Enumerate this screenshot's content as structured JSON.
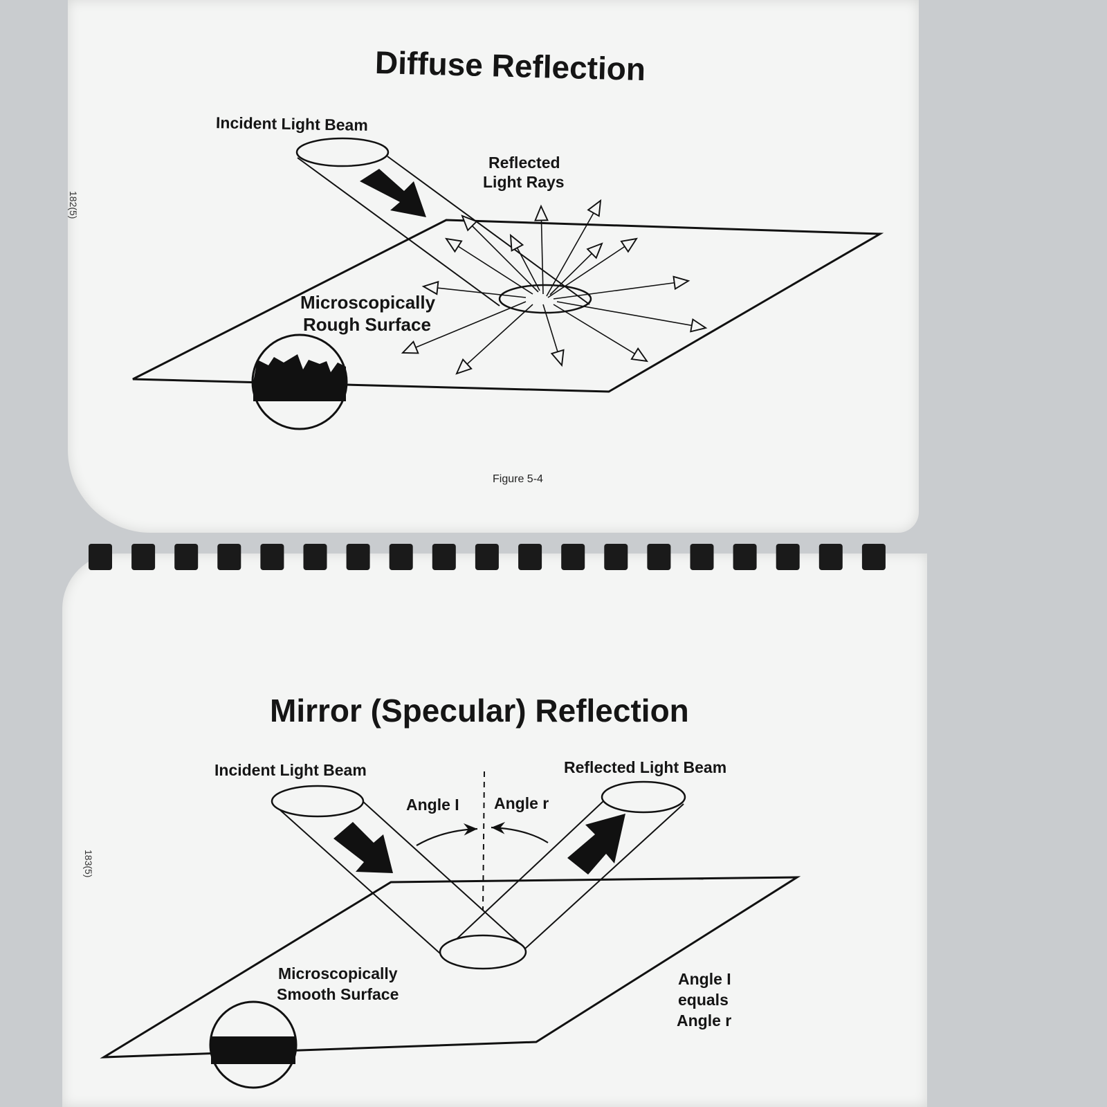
{
  "page1": {
    "title": "Diffuse Reflection",
    "page_number": "182(5)",
    "incident_label": "Incident Light Beam",
    "reflected_label_line1": "Reflected",
    "reflected_label_line2": "Light Rays",
    "surface_label_line1": "Microscopically",
    "surface_label_line2": "Rough Surface",
    "caption": "Figure 5-4"
  },
  "page2": {
    "title": "Mirror (Specular) Reflection",
    "page_number": "183(5)",
    "incident_label": "Incident Light Beam",
    "reflected_label": "Reflected Light Beam",
    "angle_i_label": "Angle I",
    "angle_r_label": "Angle r",
    "surface_label_line1": "Microscopically",
    "surface_label_line2": "Smooth Surface",
    "equals_line1": "Angle I",
    "equals_line2": "equals",
    "equals_line3": "Angle r"
  },
  "binding": {
    "ring_count": 19,
    "ring_color": "#1a1a1a"
  }
}
